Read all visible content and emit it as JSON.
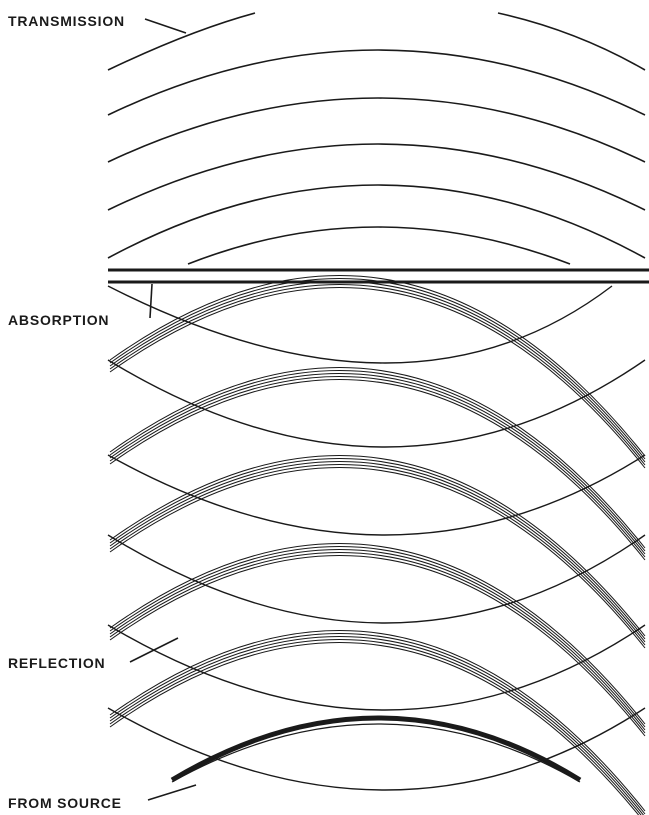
{
  "labels": {
    "transmission": "TRANSMISSION",
    "absorption": "ABSORPTION",
    "reflection": "REFLECTION",
    "from_source": "FROM SOURCE"
  },
  "colors": {
    "ink": "#1a1a1a",
    "background": "#ffffff"
  }
}
